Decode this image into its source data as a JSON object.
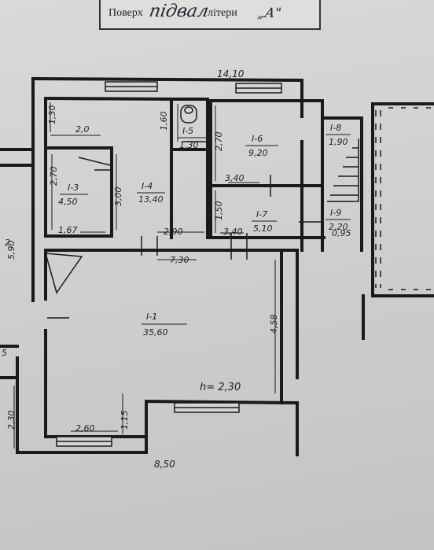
{
  "stamp": {
    "floor_label": "Поверх",
    "floor_value": "підвал",
    "letter_label": "літери",
    "letter_value": "„А\""
  },
  "rooms": {
    "r1": {
      "name": "I-1",
      "area": "35,60"
    },
    "r3": {
      "name": "I-3",
      "area": "4,50"
    },
    "r4": {
      "name": "I-4",
      "area": "13,40"
    },
    "r5": {
      "name": "I-5",
      "area": "1,30"
    },
    "r6": {
      "name": "I-6",
      "area": "9,20"
    },
    "r7": {
      "name": "I-7",
      "area": "5,10"
    },
    "r8": {
      "name": "I-8",
      "area": "1,90"
    },
    "r9": {
      "name": "I-9",
      "area": "2,20"
    }
  },
  "dims": {
    "top_total": "14,10",
    "bottom_total": "8,50",
    "d_130_a": "1,30",
    "d_20": "2,0",
    "d_160": "1,60",
    "d_270_a": "2,70",
    "d_270_b": "2,70",
    "d_300": "3,00",
    "d_167": "1,67",
    "d_290": "2,90",
    "d_340_a": "3,40",
    "d_340_b": "3,40",
    "d_150": "1,50",
    "d_095": "0,95",
    "d_730": "7,30",
    "d_458": "4,58",
    "d_115": "1,15",
    "d_260": "2,60",
    "d_230": "2,30",
    "d_590": "5,90",
    "d_2": "2",
    "d_5": "5",
    "height": "h= 2,30"
  }
}
